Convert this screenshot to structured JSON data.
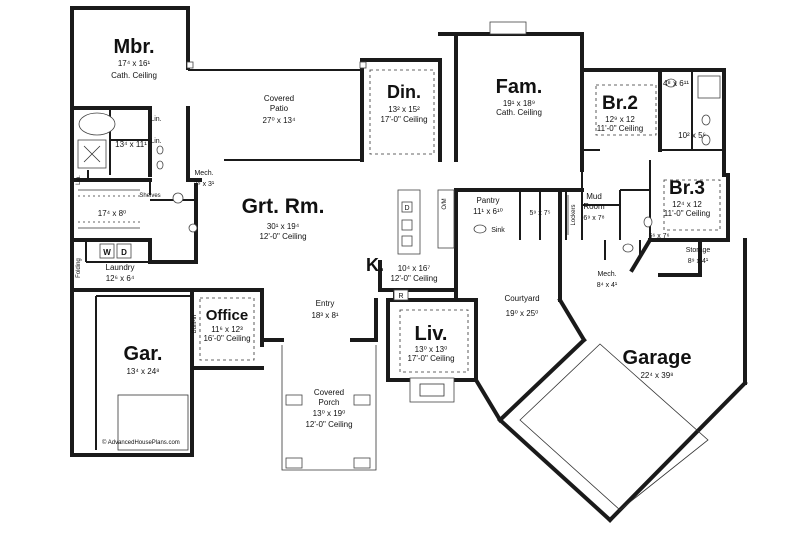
{
  "rooms": {
    "mbr": {
      "name": "Mbr.",
      "dim": "17⁴ x 16¹",
      "ceiling": "Cath. Ceiling"
    },
    "patio": {
      "name": "Covered",
      "name2": "Patio",
      "dim": "27⁰ x 13⁴"
    },
    "din": {
      "name": "Din.",
      "dim": "13² x 15²",
      "ceiling": "17'-0\" Ceiling"
    },
    "fam": {
      "name": "Fam.",
      "dim": "19¹ x 18⁹",
      "ceiling": "Cath. Ceiling"
    },
    "br2": {
      "name": "Br.2",
      "dim": "12⁹ x 12",
      "ceiling": "11'-0\" Ceiling"
    },
    "bath2": {
      "dim": "10² x 5⁶"
    },
    "topbath": {
      "dim": "4⁸ x 6¹¹"
    },
    "lin1": {
      "name": "Lin."
    },
    "lin2": {
      "name": "Lin."
    },
    "lin3": {
      "name": "Lin."
    },
    "mbath": {
      "dim": "13⁴ x 11¹"
    },
    "mech1": {
      "name": "Mech.",
      "dim": "3⁹ x 3¹"
    },
    "shelves": {
      "name": "Shelves"
    },
    "closet": {
      "dim": "17⁴ x 8⁰"
    },
    "grt": {
      "name": "Grt. Rm.",
      "dim": "30¹ x 19⁴",
      "ceiling": "12'-0\" Ceiling"
    },
    "pantry": {
      "name": "Pantry",
      "dim": "11¹ x 6¹⁰"
    },
    "sink": {
      "name": "Sink"
    },
    "hall": {
      "dim": "5⁹ x 7⁵"
    },
    "lockers": {
      "name": "Lockers"
    },
    "mud": {
      "name": "Mud",
      "name2": "Room",
      "dim": "6⁹ x 7⁸"
    },
    "br3": {
      "name": "Br.3",
      "dim": "12⁴ x 12",
      "ceiling": "11'-0\" Ceiling"
    },
    "bath3": {
      "dim": "5⁶ x 7⁶"
    },
    "storage": {
      "name": "Storage",
      "dim": "8⁹ x 4¹"
    },
    "mech2": {
      "name": "Mech.",
      "dim": "8⁴ x 4¹"
    },
    "laundry": {
      "name": "Laundry",
      "dim": "12⁶ x 6⁴"
    },
    "folding": {
      "name": "Folding"
    },
    "kitchen": {
      "name": "K.",
      "dim": "10⁴ x 16⁷",
      "ceiling": "12'-0\" Ceiling"
    },
    "office": {
      "name": "Office",
      "dim": "11⁶ x 12³",
      "ceiling": "16'-0\" Ceiling"
    },
    "builtin": {
      "name": "Built-In"
    },
    "entry": {
      "name": "Entry",
      "dim": "18³ x 8¹"
    },
    "liv": {
      "name": "Liv.",
      "dim": "13⁰ x 13⁰",
      "ceiling": "17'-0\" Ceiling"
    },
    "courtyard": {
      "name": "Courtyard",
      "dim": "19⁰ x 25⁰"
    },
    "garage": {
      "name": "Garage",
      "dim": "22⁴ x 39⁸"
    },
    "gar": {
      "name": "Gar.",
      "dim": "13⁴ x 24⁸"
    },
    "porch": {
      "name": "Covered",
      "name2": "Porch",
      "dim": "13⁰ x 19⁰",
      "ceiling": "12'-0\" Ceiling"
    }
  },
  "labels": {
    "washer": "W",
    "dryer": "D",
    "fridge": "R",
    "oven": "O/M",
    "dishwasher": "D"
  },
  "credit": "© AdvancedHousePlans.com"
}
